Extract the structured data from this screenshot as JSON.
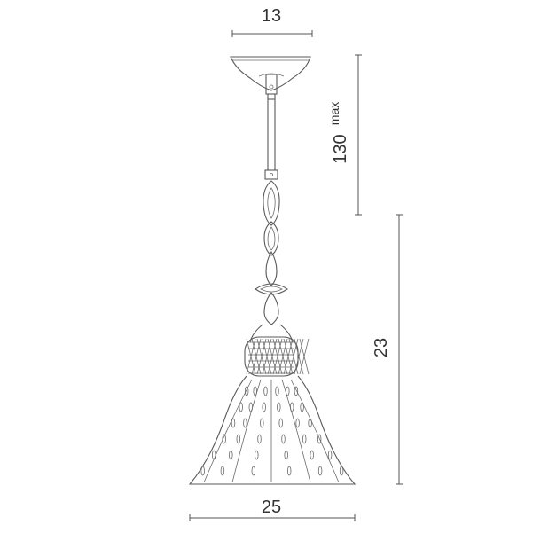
{
  "dimensions": {
    "canopy_width": "13",
    "max_drop": "130",
    "max_drop_suffix": "max",
    "shade_height": "23",
    "shade_width": "25"
  },
  "colors": {
    "line": "#5a5a5a",
    "text": "#333333",
    "background": "#ffffff"
  }
}
